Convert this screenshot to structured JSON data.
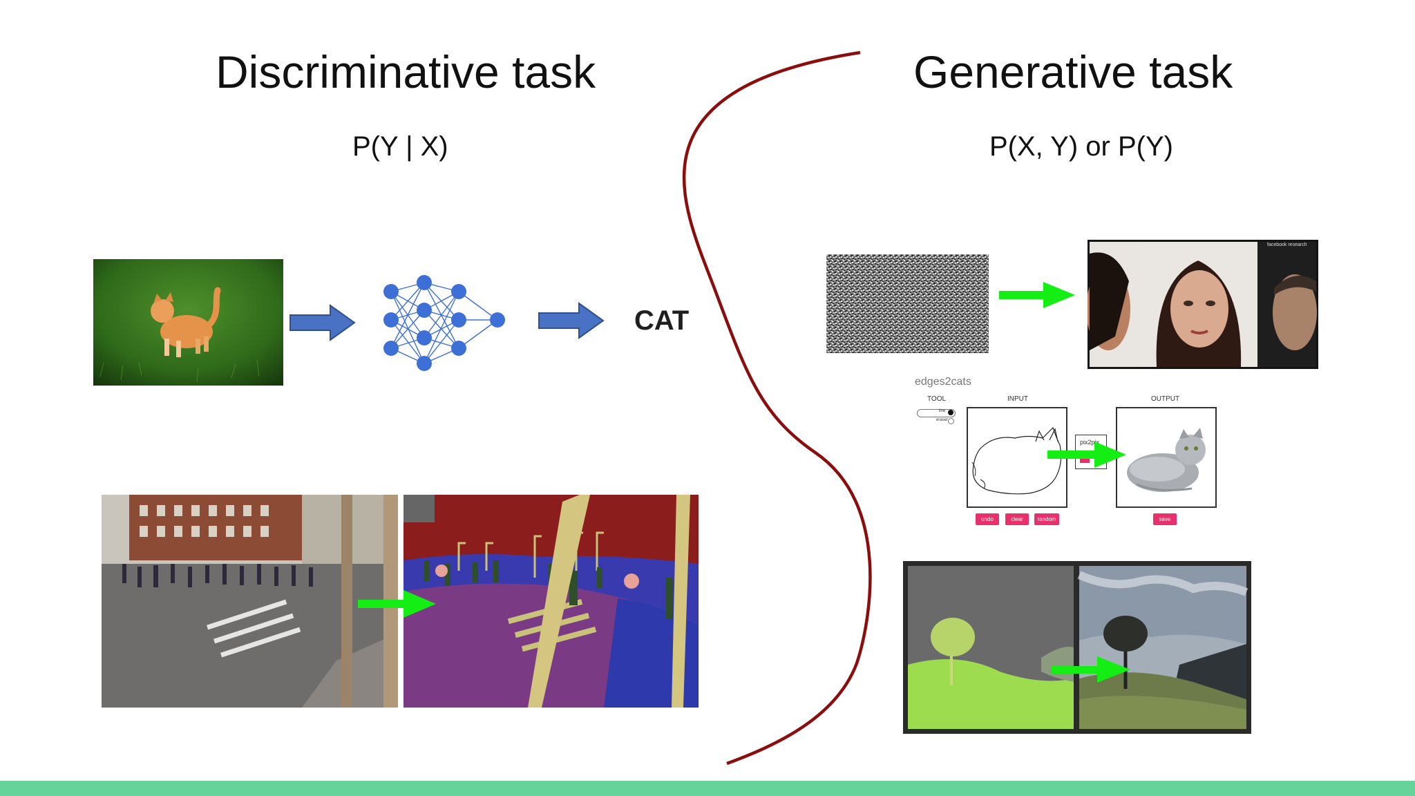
{
  "left": {
    "title": "Discriminative task",
    "formula": "P(Y | X)",
    "output_label": "CAT"
  },
  "right": {
    "title": "Generative task",
    "formula": "P(X, Y) or P(Y)",
    "faces_watermark": "facebook research",
    "edges2cats": {
      "title": "edges2cats",
      "tool_label": "TOOL",
      "tool_line": "line",
      "tool_eraser": "eraser",
      "input_label": "INPUT",
      "output_label": "OUTPUT",
      "model_label": "pix2pix",
      "buttons": [
        "undo",
        "clear",
        "random"
      ],
      "save": "save"
    }
  },
  "colors": {
    "divider": "#8b0e0e",
    "blue_arrow": "#4a72c4",
    "network_node": "#3d6fd6",
    "green_arrow": "#14ee14",
    "bottom_bar": "#66d49a"
  }
}
